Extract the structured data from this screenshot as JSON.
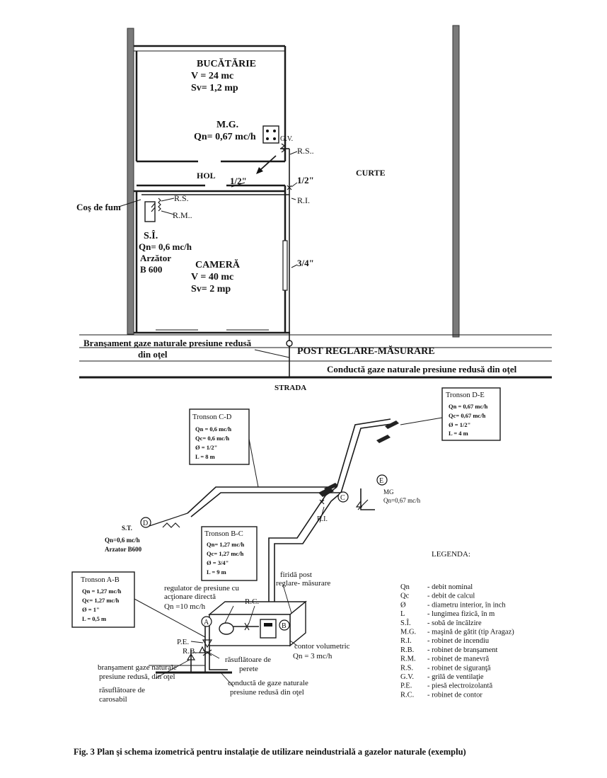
{
  "plan": {
    "kitchen": {
      "name": "BUCĂTĂRIE",
      "volume": "V = 24 mc",
      "vent_area": "Sv= 1,2 mp"
    },
    "room": {
      "name": "CAMERĂ",
      "volume": "V = 40 mc",
      "vent_area": "Sv= 2 mp"
    },
    "stove_label": "M.G.",
    "stove_flow": "Qn= 0,67 mc/h",
    "grille": "G.V.",
    "rs_kitchen": "R.S..",
    "hall": "HOL",
    "pipe_half_left": "1/2\"",
    "pipe_half_right": "1/2\"",
    "ri": "R.I.",
    "chimney": "Coş de fum",
    "rs_room": "R.S.",
    "rm_room": "R.M..",
    "heater_code": "S.Î.",
    "heater_flow": "Qn= 0,6 mc/h",
    "heater_burner": "Arzător",
    "heater_model": "B 600",
    "pipe_three_quarter": "3/4\"",
    "yard": "CURTE",
    "branch_line1": "Branşament gaze naturale presiune redusă",
    "branch_line2": "din oţel",
    "station": "POST REGLARE-MĂSURARE",
    "main_pipe": "Conductă  gaze naturale presiune redusă din oţel",
    "street": "STRADA"
  },
  "iso": {
    "tronson_de": {
      "title": "Tronson D-E",
      "qn": "Qn = 0,67 mc/h",
      "qc": "Qc= 0,67 mc/h",
      "d": "Ø = 1/2\"",
      "l": "L = 4 m"
    },
    "tronson_cd": {
      "title": "Tronson C-D",
      "qn": "Qn = 0,6 mc/h",
      "qc": "Qc= 0,6 mc/h",
      "d": "Ø = 1/2\"",
      "l": "L = 8 m"
    },
    "tronson_bc": {
      "title": "Tronson B-C",
      "qn": "Qn= 1,27 mc/h",
      "qc": "Qc= 1,27 mc/h",
      "d": "Ø = 3/4\"",
      "l": "L = 9 m"
    },
    "tronson_ab": {
      "title": "Tronson A-B",
      "qn": "Qn = 1,27 mc/h",
      "qc": "Qc= 1,27 mc/h",
      "d": "Ø = 1\"",
      "l": "L = 0,5 m"
    },
    "node_a": "A",
    "node_b": "B",
    "node_c": "C",
    "node_d": "D",
    "node_e": "E",
    "mg": "MG",
    "mg_flow": "Qn=0,67 mc/h",
    "st": "S.T.",
    "st_flow": "Qn=0,6 mc/h",
    "st_burner": "Arzator B600",
    "ri": "R.I.",
    "rc": "R.C.",
    "niche_line1": "firidă post",
    "niche_line2": "reglare- măsurare",
    "regulator_line1": "regulator de presiune cu",
    "regulator_line2": "acţionare directă",
    "regulator_line3": "Qn =10 mc/h",
    "pe": "P.E.",
    "rb": "R.B.",
    "meter_line1": "contor volumetric",
    "meter_line2": "Qn = 3 mc/h",
    "wall_vent_line1": "răsuflătoare de",
    "wall_vent_line2": "perete",
    "branch_line1": "branşament gaze naturale",
    "branch_line2": "presiune redusă, din oţel",
    "road_vent_line1": "răsuflătoare de",
    "road_vent_line2": "carosabil",
    "main_line1": "conductă de gaze naturale",
    "main_line2": "presiune redusă din oţel"
  },
  "legend": {
    "title": "LEGENDA:",
    "items": [
      {
        "code": "Qn",
        "desc": "- debit nominal"
      },
      {
        "code": "Qc",
        "desc": "- debit de calcul"
      },
      {
        "code": "Ø",
        "desc": "- diametru interior, în inch"
      },
      {
        "code": "L",
        "desc": "- lungimea fizică, în m"
      },
      {
        "code": "S.Î.",
        "desc": "- sobă de încălzire"
      },
      {
        "code": "M.G.",
        "desc": "- maşină de gătit (tip Aragaz)"
      },
      {
        "code": "R.I.",
        "desc": "- robinet de incendiu"
      },
      {
        "code": "R.B.",
        "desc": "- robinet de branşament"
      },
      {
        "code": "R.M.",
        "desc": "- robinet de manevră"
      },
      {
        "code": "R.S.",
        "desc": "- robinet de siguranţă"
      },
      {
        "code": "G.V.",
        "desc": "- grilă de ventilaţie"
      },
      {
        "code": "P.E.",
        "desc": "- piesă electroizolantă"
      },
      {
        "code": "R.C.",
        "desc": "- robinet de contor"
      }
    ]
  },
  "caption": "Fig. 3 Plan şi schema izometrică pentru instalaţie de utilizare neindustrială a gazelor naturale (exemplu)"
}
